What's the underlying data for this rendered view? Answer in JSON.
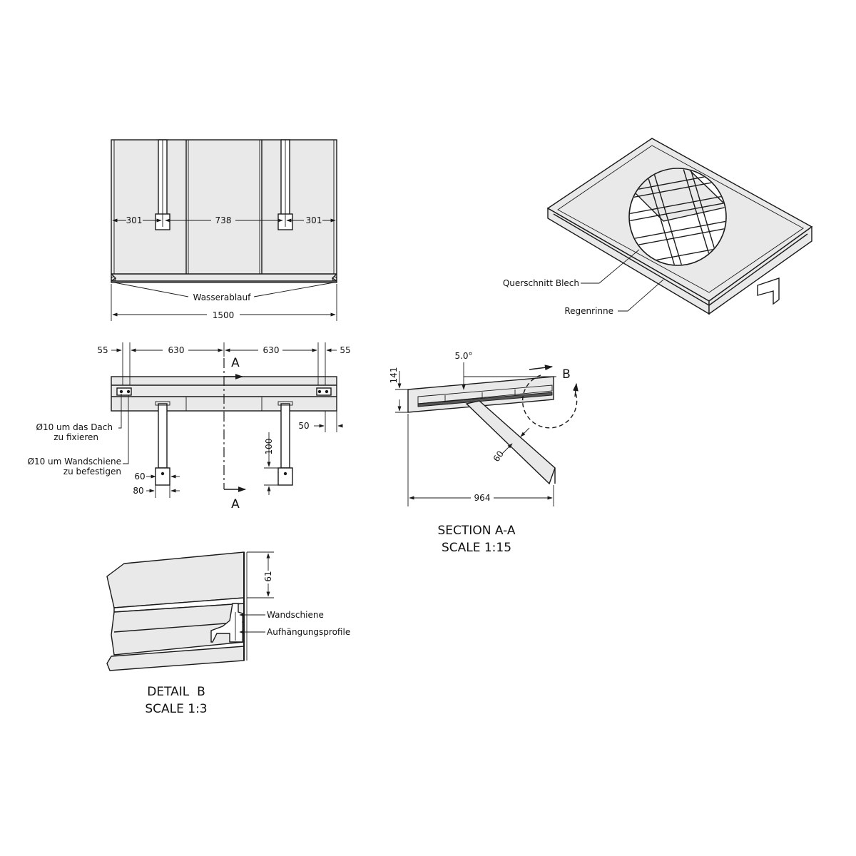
{
  "top_view": {
    "dims": {
      "left": "301",
      "middle": "738",
      "right": "301",
      "total": "1500"
    },
    "label_drain": "Wasserablauf"
  },
  "iso_view": {
    "label_sheet": "Querschnitt Blech",
    "label_gutter": "Regenrinne"
  },
  "front_view": {
    "dims": {
      "edge_left": "55",
      "span_left": "630",
      "span_right": "630",
      "edge_right": "55",
      "bracket_edge": "50",
      "height_100": "100",
      "w60": "60",
      "w80": "80"
    },
    "section_mark": "A",
    "note_roof": [
      "Ø10 um das Dach",
      "zu fixieren"
    ],
    "note_rail": [
      "Ø10 um Wandschiene",
      "zu befestigen"
    ]
  },
  "section_view": {
    "angle": "5.0°",
    "height": "141",
    "strut": "60",
    "depth": "964",
    "detail_mark": "B",
    "title": [
      "SECTION A-A",
      "SCALE 1:15"
    ]
  },
  "detail_view": {
    "dim": "61",
    "label_rail": "Wandschiene",
    "label_profile": "Aufhängungsprofile",
    "title": [
      "DETAIL  B",
      "SCALE 1:3"
    ]
  }
}
